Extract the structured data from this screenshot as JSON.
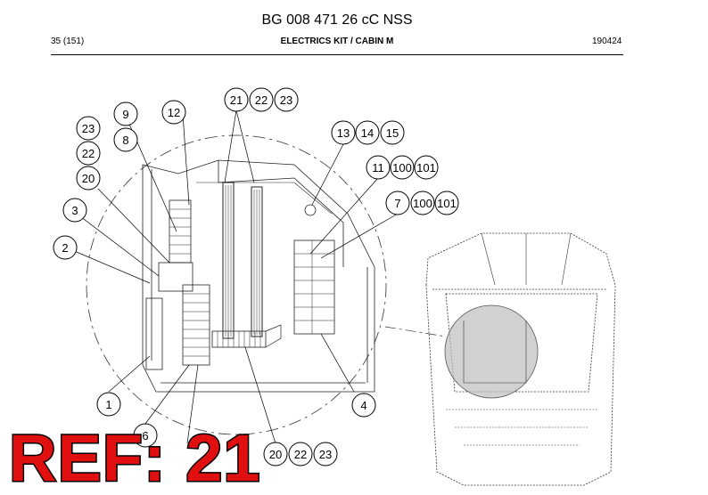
{
  "header": {
    "title": "BG 008 471 26 cC NSS",
    "page_info": "35 (151)",
    "section_title": "ELECTRICS KIT / CABIN M",
    "doc_date": "190424"
  },
  "callouts": [
    "9",
    "12",
    "23",
    "8",
    "22",
    "20",
    "3",
    "2",
    "1",
    "6",
    "21",
    "22",
    "23",
    "13",
    "14",
    "15",
    "11",
    "100",
    "101",
    "7",
    "100",
    "101",
    "4",
    "20",
    "22",
    "23"
  ],
  "stamp": {
    "text": "REF: 21",
    "color": "#e01010"
  }
}
